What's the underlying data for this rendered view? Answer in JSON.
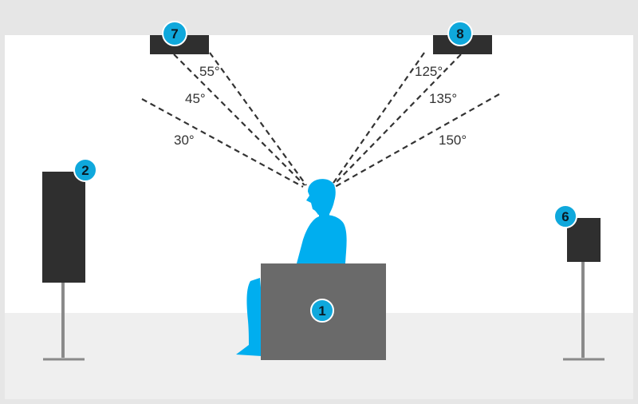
{
  "colors": {
    "ceiling": "#e6e6e6",
    "floor": "#efefef",
    "speaker": "#2f2f2f",
    "box": "#6a6a6a",
    "person": "#00aeef",
    "badge": "#0fa8dc",
    "stand": "#8a8a8a",
    "ray": "#333333"
  },
  "angles": {
    "a55": "55°",
    "a45": "45°",
    "a30": "30°",
    "a125": "125°",
    "a135": "135°",
    "a150": "150°"
  },
  "badges": {
    "center": "1",
    "front_left": "2",
    "surround_right": "6",
    "top_left": "7",
    "top_right": "8"
  }
}
